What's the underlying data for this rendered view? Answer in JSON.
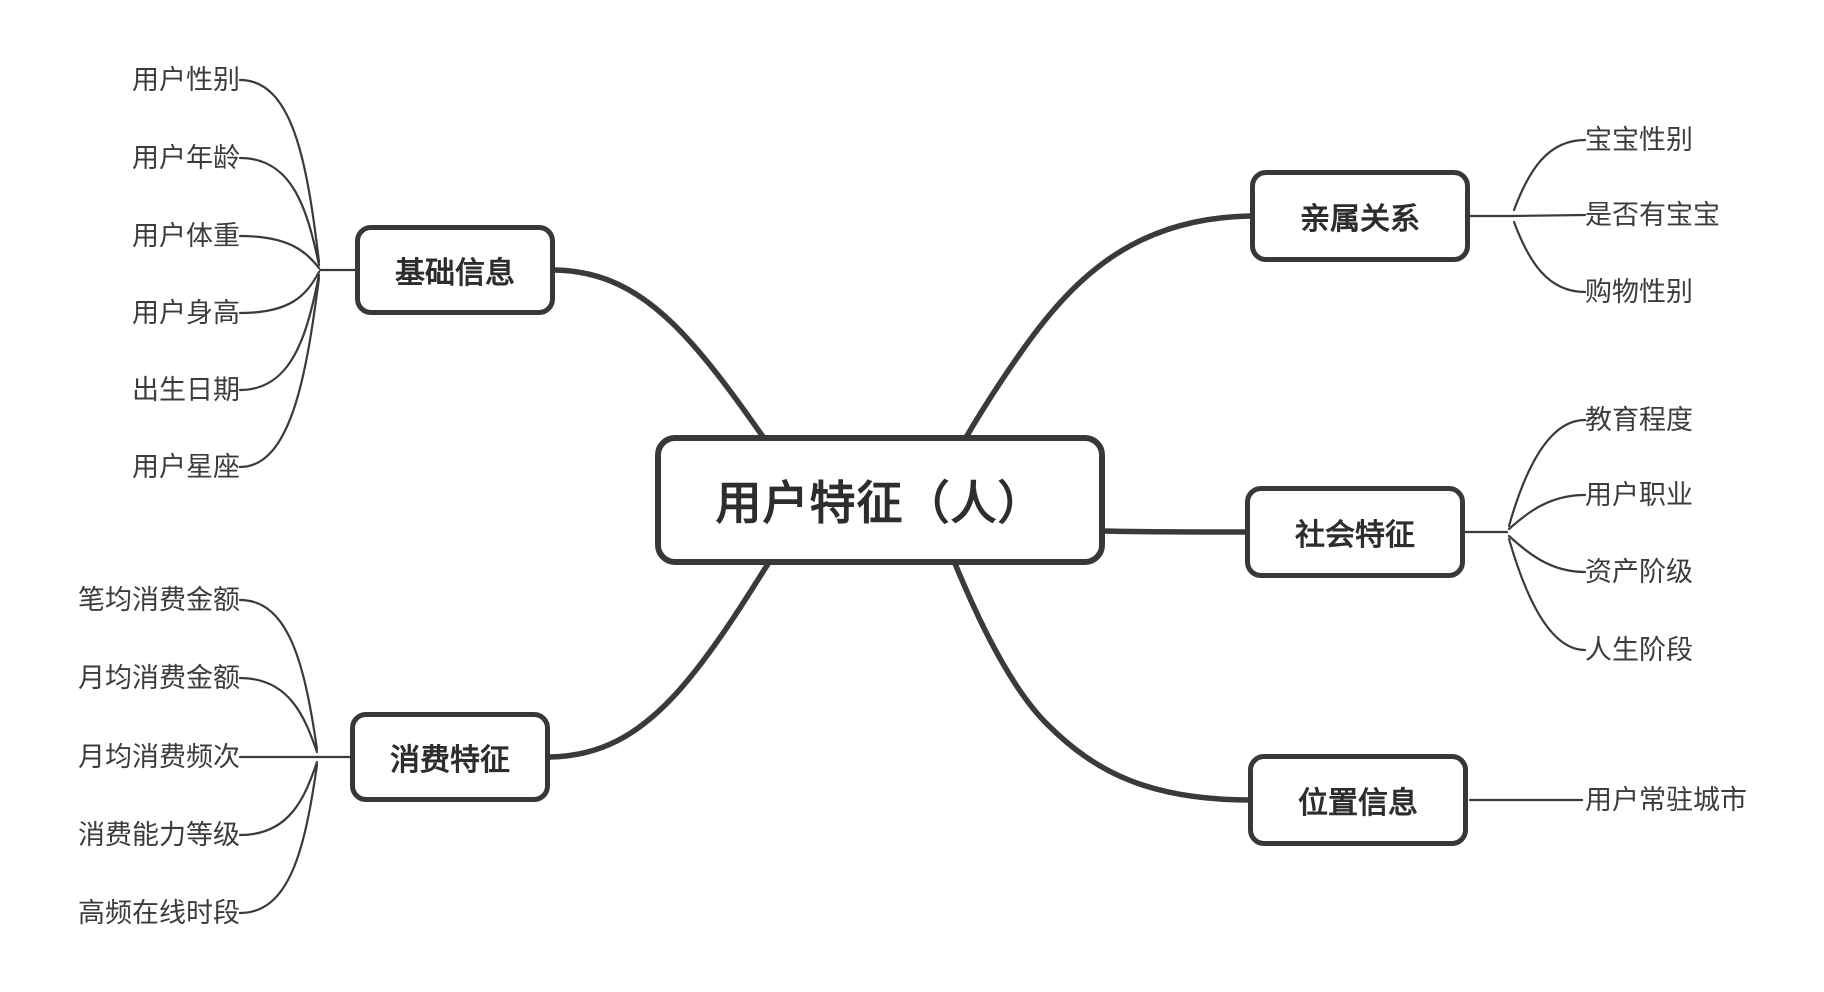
{
  "colors": {
    "background": "#ffffff",
    "connector": "#3a3a3a",
    "node_border": "#383838",
    "node_text": "#2d2d2d",
    "leaf_text": "#3c3c3c"
  },
  "mindmap": {
    "root": {
      "label": "用户特征（人）"
    },
    "branches": [
      {
        "label": "基础信息",
        "side": "left",
        "children": [
          "用户性别",
          "用户年龄",
          "用户体重",
          "用户身高",
          "出生日期",
          "用户星座"
        ]
      },
      {
        "label": "消费特征",
        "side": "left",
        "children": [
          "笔均消费金额",
          "月均消费金额",
          "月均消费频次",
          "消费能力等级",
          "高频在线时段"
        ]
      },
      {
        "label": "亲属关系",
        "side": "right",
        "children": [
          "宝宝性别",
          "是否有宝宝",
          "购物性别"
        ]
      },
      {
        "label": "社会特征",
        "side": "right",
        "children": [
          "教育程度",
          "用户职业",
          "资产阶级",
          "人生阶段"
        ]
      },
      {
        "label": "位置信息",
        "side": "right",
        "children": [
          "用户常驻城市"
        ]
      }
    ]
  }
}
